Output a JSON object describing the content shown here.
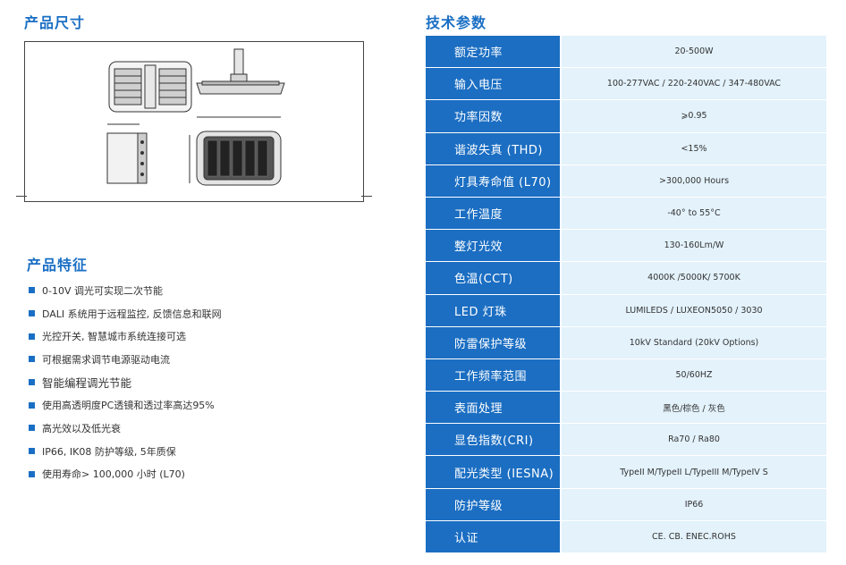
{
  "dimensions": {
    "title": "产品尺寸"
  },
  "features": {
    "title": "产品特征",
    "items": [
      "0-10V 调光可实现二次节能",
      "DALI 系统用于远程监控, 反馈信息和联网",
      "光控开关, 智慧城市系统连接可选",
      "可根据需求调节电源驱动电流",
      "智能编程调光节能",
      "使用高透明度PC透镜和透过率高达95%",
      "高光效以及低光衰",
      "IP66, IK08 防护等级, 5年质保",
      "使用寿命> 100,000 小时 (L70)"
    ]
  },
  "specs": {
    "title": "技术参数",
    "rows": [
      {
        "label": "额定功率",
        "value": "20-500W"
      },
      {
        "label": "输入电压",
        "value": "100-277VAC / 220-240VAC / 347-480VAC"
      },
      {
        "label": "功率因数",
        "value": "⩾0.95"
      },
      {
        "label": "谐波失真 (THD)",
        "value": "<15%"
      },
      {
        "label": "灯具寿命值 (L70)",
        "value": ">300,000 Hours"
      },
      {
        "label": "工作温度",
        "value": "-40° to 55°C"
      },
      {
        "label": "整灯光效",
        "value": "130-160Lm/W"
      },
      {
        "label": "色温(CCT)",
        "value": "4000K /5000K/ 5700K"
      },
      {
        "label": "LED 灯珠",
        "value": "LUMILEDS / LUXEON5050 / 3030"
      },
      {
        "label": "防雷保护等级",
        "value": "10kV Standard (20kV Options)"
      },
      {
        "label": "工作频率范围",
        "value": "50/60HZ"
      },
      {
        "label": "表面处理",
        "value": "黑色/棕色 / 灰色"
      },
      {
        "label": "显色指数(CRI)",
        "value": "Ra70 /  Ra80"
      },
      {
        "label": "配光类型 (IESNA)",
        "value": "TypeII M/TypeII L/TypeIII M/TypeIV S"
      },
      {
        "label": "防护等级",
        "value": "IP66"
      },
      {
        "label": "认证",
        "value": "CE. CB. ENEC.ROHS"
      }
    ]
  }
}
